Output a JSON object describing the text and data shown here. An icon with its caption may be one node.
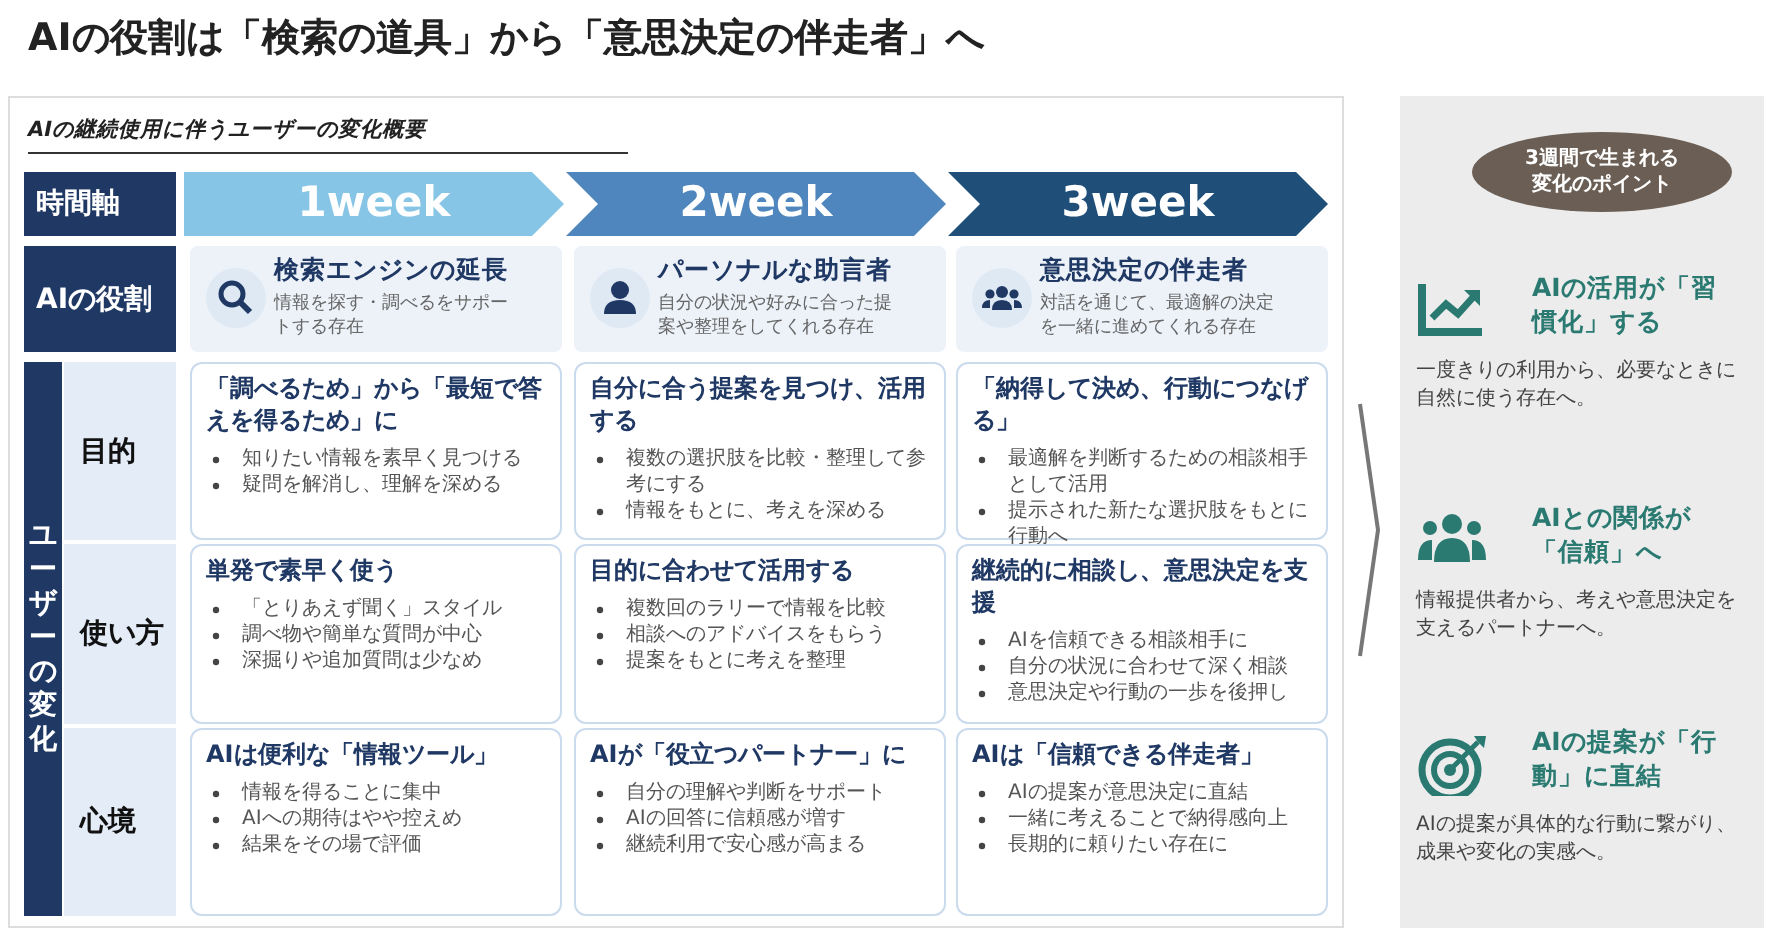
{
  "diagram": {
    "title": "AIの役割は「検索の道具」から「意思決定の伴走者」へ",
    "nodes": [
      {
        "text": [
          "時間軸"
        ]
      },
      {
        "text": [
          "1week"
        ]
      },
      {
        "text": [
          "2week"
        ]
      },
      {
        "text": [
          "3week"
        ]
      },
      {
        "text": [
          "AIの役割"
        ]
      },
      {
        "text": [
          "検索エンジンの延長",
          "情報を探す・調べるをサポートする存在"
        ]
      },
      {
        "text": [
          "パーソナルな助言者",
          "自分の状況や好みに合った提案や整理をしてくれる存在"
        ]
      },
      {
        "text": [
          "意思決定の伴走者",
          "対話を通じて、最適解の決定を一緒に進めてくれる存在"
        ]
      },
      {
        "text": [
          "ユーザーの変化"
        ]
      },
      {
        "text": [
          "目的"
        ]
      },
      {
        "text": [
          "「調べるため」から「最短で答えを得るため」に",
          "知りたい情報を素早く見つける",
          "疑問を解消し、理解を深める"
        ]
      },
      {
        "text": [
          "自分に合う提案を見つけ、活用する",
          "複数の選択肢を比較・整理して参考にする",
          "情報をもとに、考えを深める"
        ]
      },
      {
        "text": [
          "「納得して決め、行動につなげる」",
          "最適解を判断するための相談相手として活用",
          "提示された新たな選択肢をもとに行動へ"
        ]
      },
      {
        "text": [
          "使い方"
        ]
      },
      {
        "text": [
          "単発で素早く使う",
          "「とりあえず聞く」スタイル",
          "調べ物や簡単な質問が中心",
          "深掘りや追加質問は少なめ"
        ]
      },
      {
        "text": [
          "目的に合わせて活用する",
          "複数回のラリーで情報を比較",
          "相談へのアドバイスをもらう",
          "提案をもとに考えを整理"
        ]
      },
      {
        "text": [
          "継続的に相談し、意思決定を支援",
          "AIを信頼できる相談相手に",
          "自分の状況に合わせて深く相談",
          "意思決定や行動の一歩を後押し"
        ]
      },
      {
        "text": [
          "心境"
        ]
      },
      {
        "text": [
          "AIは便利な「情報ツール」",
          "情報を得ることに集中",
          "AIへの期待はやや控えめ",
          "結果をその場で評価"
        ]
      },
      {
        "text": [
          "AIが「役立つパートナー」に",
          "自分の理解や判断をサポート",
          "AIの回答に信頼感が増す",
          "継続利用で安心感が高まる"
        ]
      },
      {
        "text": [
          "AIは「信頼できる伴走者」",
          "AIの提案が意思決定に直結",
          "一緒に考えることで納得感向上",
          "長期的に頼りたい存在に"
        ]
      },
      {
        "text": [
          "3週間で生まれる変化のポイント"
        ]
      },
      {
        "text": [
          "AIの活用が「習慣化」する",
          "一度きりの利用から、必要なときに自然に使う存在へ。"
        ]
      },
      {
        "text": [
          "AIとの関係が「信頼」へ",
          "情報提供者から、考えや意思決定を支えるパートナーへ。"
        ]
      },
      {
        "text": [
          "AIの提案が「行動」に直結",
          "AIの提案が具体的な行動に繋がり、成果や変化の実感へ。"
        ]
      }
    ],
    "labels": [
      "AIの継続使用に伴うユーザーの変化概要"
    ]
  }
}
